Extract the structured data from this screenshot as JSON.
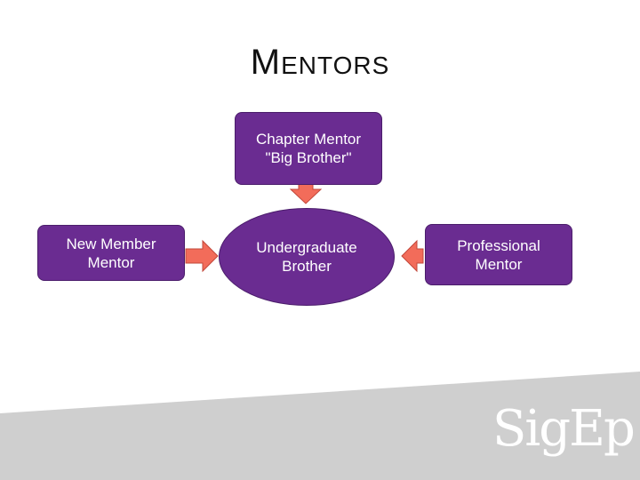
{
  "title": {
    "first_letter": "M",
    "rest": "ENTORS"
  },
  "boxes": {
    "chapter_mentor": "Chapter Mentor\n\"Big Brother\"",
    "new_member_mentor": "New Member\nMentor",
    "undergraduate_brother": "Undergraduate\nBrother",
    "professional_mentor": "Professional\nMentor"
  },
  "logo": "SigEp",
  "colors": {
    "box_fill": "#6a2c91",
    "arrow_fill": "#f26c5a",
    "footer_gray": "#cfcfcf"
  }
}
